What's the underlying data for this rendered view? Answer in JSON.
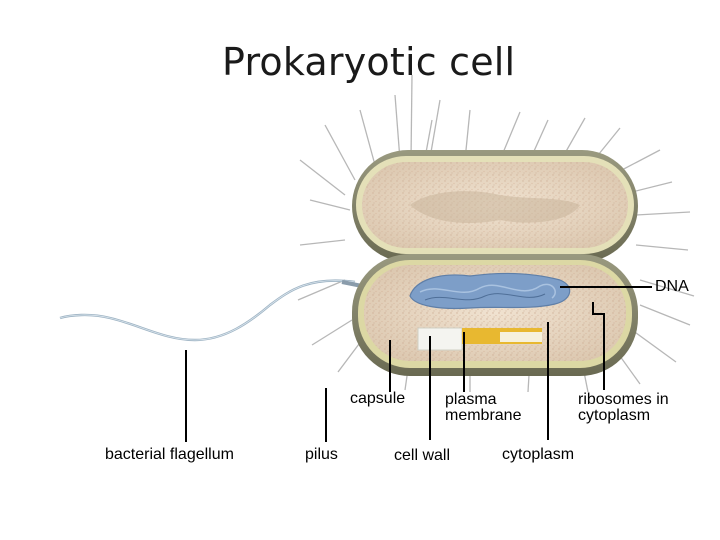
{
  "title": "Prokaryotic cell",
  "labels": {
    "dna": "DNA",
    "capsule": "capsule",
    "plasma_membrane_line1": "plasma",
    "plasma_membrane_line2": "membrane",
    "ribosomes_line1": "ribosomes in",
    "ribosomes_line2": "cytoplasm",
    "bacterial_flagellum": "bacterial flagellum",
    "pilus": "pilus",
    "cell_wall": "cell wall",
    "cytoplasm": "cytoplasm"
  },
  "colors": {
    "capsule": "#8c8c72",
    "capsule_dark": "#6e6e58",
    "cytoplasm": "#ead8c4",
    "dna": "#7d9ec8",
    "leader_lines": "#000000",
    "pili": "#b5b5b5",
    "flagellum": "#8aa3b8",
    "yellow_panel": "#e8b830"
  }
}
